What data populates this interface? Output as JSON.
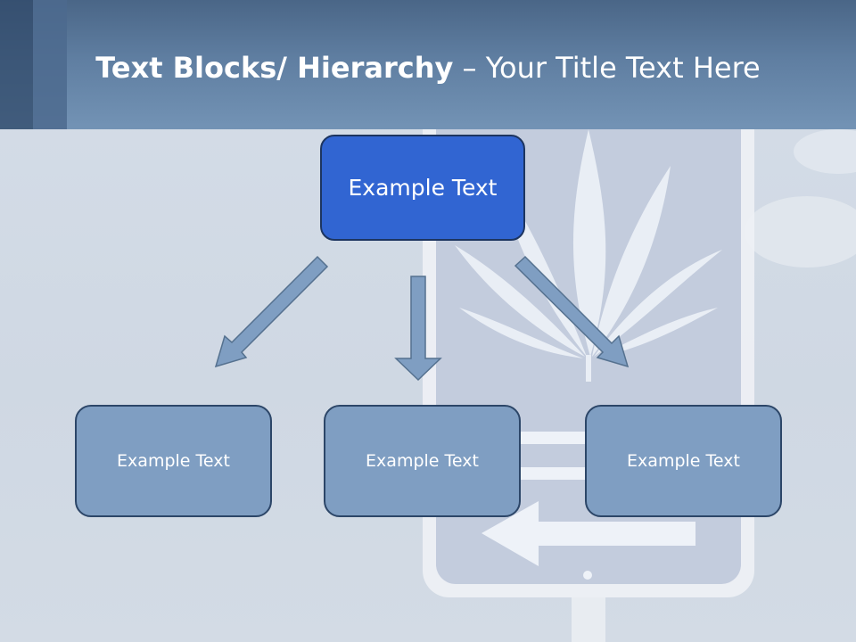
{
  "slide": {
    "title_bold": "Text Blocks/ Hierarchy",
    "title_rest": " – Your Title Text Here"
  },
  "diagram": {
    "root": {
      "label": "Example Text"
    },
    "children": [
      {
        "label": "Example Text"
      },
      {
        "label": "Example Text"
      },
      {
        "label": "Example Text"
      }
    ]
  },
  "colors": {
    "header": "#5f7ea1",
    "root_box": "#3165d2",
    "child_box": "#7f9ec2",
    "arrow": "#7f9ec2"
  }
}
